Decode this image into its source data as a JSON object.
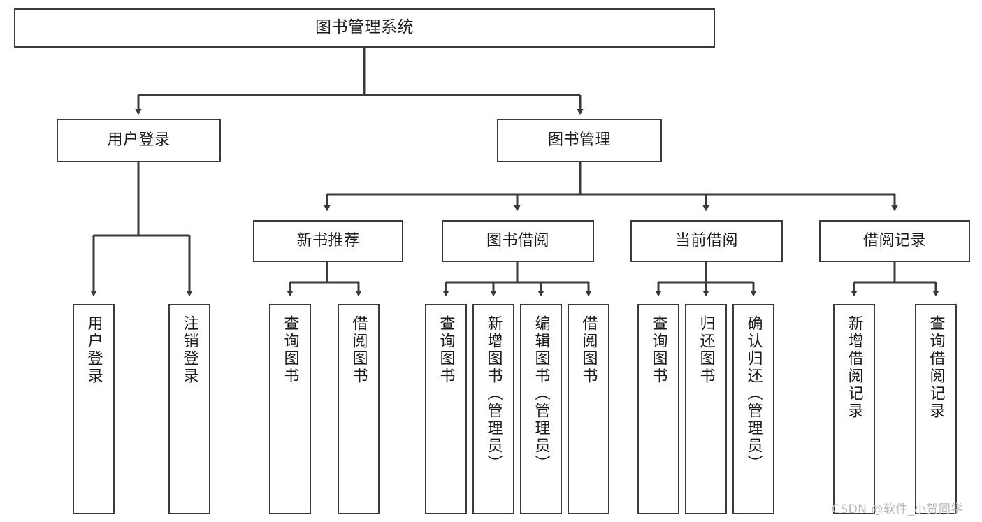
{
  "diagram": {
    "type": "tree-hierarchy",
    "title": "图书管理系统",
    "root": {
      "label": "图书管理系统"
    },
    "level1": [
      {
        "id": "user-login",
        "label": "用户登录"
      },
      {
        "id": "book-management",
        "label": "图书管理"
      }
    ],
    "level2": [
      {
        "id": "new-book-recommend",
        "label": "新书推荐",
        "parent": "book-management"
      },
      {
        "id": "book-borrow",
        "label": "图书借阅",
        "parent": "book-management"
      },
      {
        "id": "current-borrow",
        "label": "当前借阅",
        "parent": "book-management"
      },
      {
        "id": "borrow-record",
        "label": "借阅记录",
        "parent": "book-management"
      }
    ],
    "leaves": [
      {
        "id": "leaf-user-login",
        "label": "用户登录",
        "parent": "user-login"
      },
      {
        "id": "leaf-logout-login",
        "label": "注销登录",
        "parent": "user-login"
      },
      {
        "id": "leaf-query-book-1",
        "label": "查询图书",
        "parent": "new-book-recommend"
      },
      {
        "id": "leaf-borrow-book-1",
        "label": "借阅图书",
        "parent": "new-book-recommend"
      },
      {
        "id": "leaf-query-book-2",
        "label": "查询图书",
        "parent": "book-borrow"
      },
      {
        "id": "leaf-add-book",
        "label": "新增图书（管理员）",
        "parent": "book-borrow"
      },
      {
        "id": "leaf-edit-book",
        "label": "编辑图书（管理员）",
        "parent": "book-borrow"
      },
      {
        "id": "leaf-borrow-book-2",
        "label": "借阅图书",
        "parent": "book-borrow"
      },
      {
        "id": "leaf-query-book-3",
        "label": "查询图书",
        "parent": "current-borrow"
      },
      {
        "id": "leaf-return-book",
        "label": "归还图书",
        "parent": "current-borrow"
      },
      {
        "id": "leaf-confirm-return",
        "label": "确认归还（管理员）",
        "parent": "current-borrow"
      },
      {
        "id": "leaf-add-record",
        "label": "新增借阅记录",
        "parent": "borrow-record"
      },
      {
        "id": "leaf-query-record",
        "label": "查询借阅记录",
        "parent": "borrow-record"
      }
    ],
    "watermark": "CSDN @软件_小贺同学",
    "colors": {
      "box_border": "#3a3a3a",
      "box_fill": "#ffffff",
      "connector": "#3a3a3a",
      "text": "#1a1a1a",
      "watermark": "#b9b9b9",
      "background": "#ffffff"
    }
  }
}
